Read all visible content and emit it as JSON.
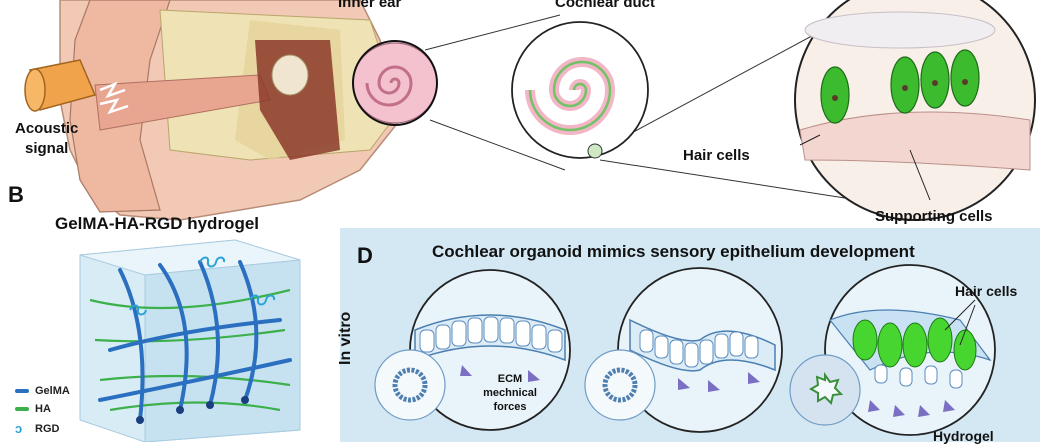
{
  "panelA": {
    "label_inner_ear": "Inner ear",
    "label_cochlear_duct": "Cochlear duct",
    "label_acoustic": "Acoustic",
    "label_signal": "signal",
    "label_hair_cells": "Hair cells",
    "label_supporting_cells": "Supporting cells"
  },
  "panelB": {
    "letter": "B",
    "title": "GelMA-HA-RGD hydrogel",
    "legend": [
      {
        "name": "GelMA",
        "color": "#2b6fc0"
      },
      {
        "name": "HA",
        "color": "#3cb04a"
      },
      {
        "name": "RGD",
        "color": "#2aa3d8"
      }
    ]
  },
  "panelD": {
    "letter": "D",
    "title": "Cochlear organoid mimics sensory epithelium development",
    "in_vitro": "In vitro",
    "ecm_line1": "ECM",
    "ecm_line2": "mechnical",
    "ecm_line3": "forces",
    "hair_cells": "Hair cells",
    "hydrogel": "Hydrogel"
  },
  "colors": {
    "panel_bg": "#d4e8f3",
    "hair_cell_green": "#3dbb2f",
    "arrow_purple": "#7b6fc4"
  }
}
